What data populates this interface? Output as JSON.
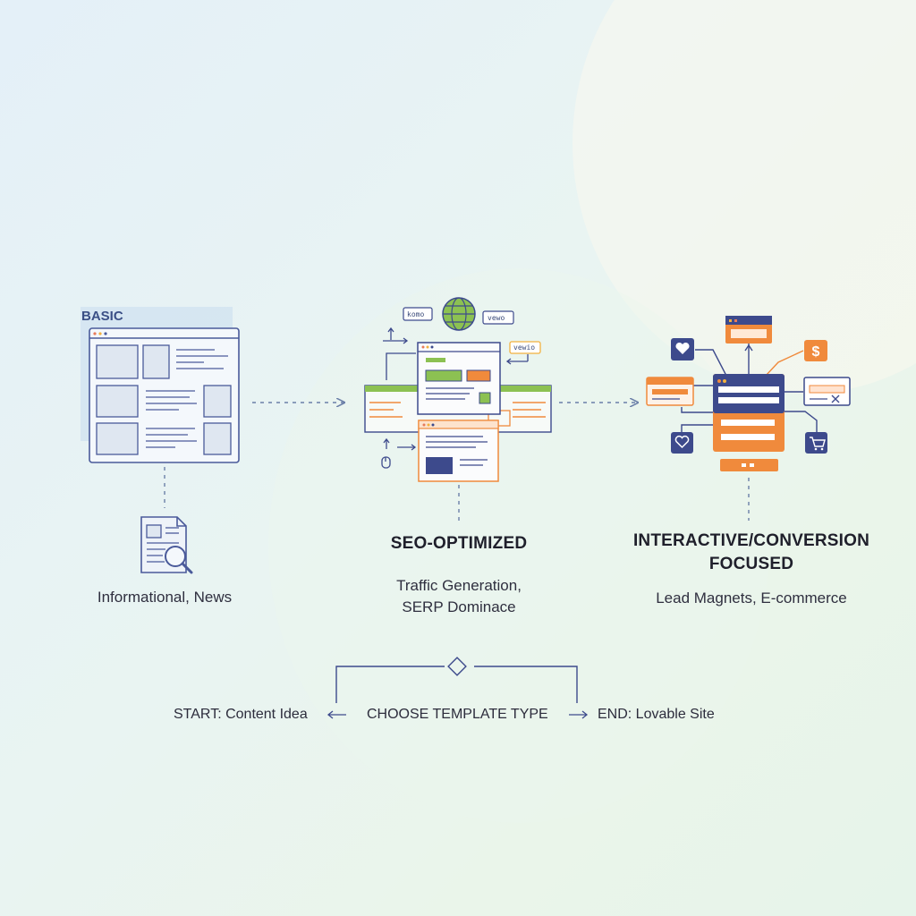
{
  "stages": [
    {
      "badge": "BASIC",
      "subtitle": "Informational, News"
    },
    {
      "title": "SEO-OPTIMIZED",
      "subtitle_line1": "Traffic Generation,",
      "subtitle_line2": "SERP Dominace"
    },
    {
      "title_line1": "INTERACTIVE/CONVERSION",
      "title_line2": "FOCUSED",
      "subtitle": "Lead Magnets, E-commerce"
    }
  ],
  "seo_tags": [
    "komo",
    "vewo",
    "vewio"
  ],
  "flow": {
    "start": "START: Content Idea",
    "decision": "CHOOSE TEMPLATE TYPE",
    "end": "END: Lovable Site"
  },
  "colors": {
    "navy": "#3d4a8c",
    "orange": "#f08a3c",
    "green": "#8cc152",
    "line": "#6b7fa8"
  }
}
